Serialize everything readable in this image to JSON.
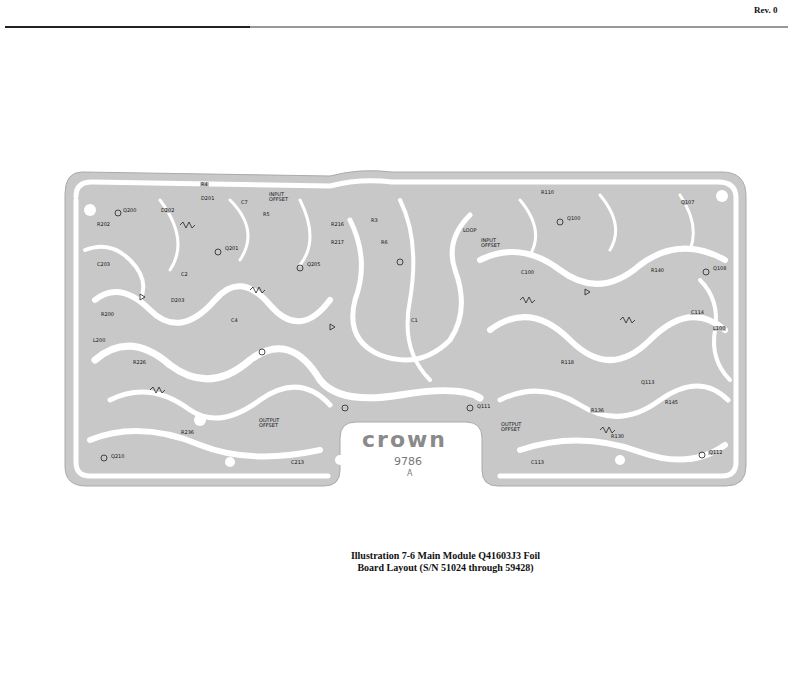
{
  "diagram": {
    "caption": "Illustration 7-6 Main Module Q41603J3 Foil Board Layout (S/N 51024 through 59428)",
    "labels": [
      "Rev. 0",
      "crown",
      "9786",
      "A",
      "INPUT OFFSET",
      "INPUT OFFSET",
      "LOOP",
      "OUTPUT OFFSET",
      "OUTPUT OFFSET",
      "Q200",
      "R202",
      "D202",
      "D201",
      "C203",
      "Q201",
      "C7",
      "R5",
      "R216",
      "R217",
      "R4",
      "R3",
      "Q205",
      "C2",
      "D203",
      "C4",
      "R6",
      "C1",
      "R110",
      "C100",
      "Q100",
      "Q107",
      "Q108",
      "R140",
      "C114",
      "L100",
      "L200",
      "R200",
      "R226",
      "Q210",
      "Q111",
      "R118",
      "R145",
      "Q112",
      "Q113",
      "R130",
      "C213",
      "C113",
      "R236",
      "R136"
    ]
  }
}
